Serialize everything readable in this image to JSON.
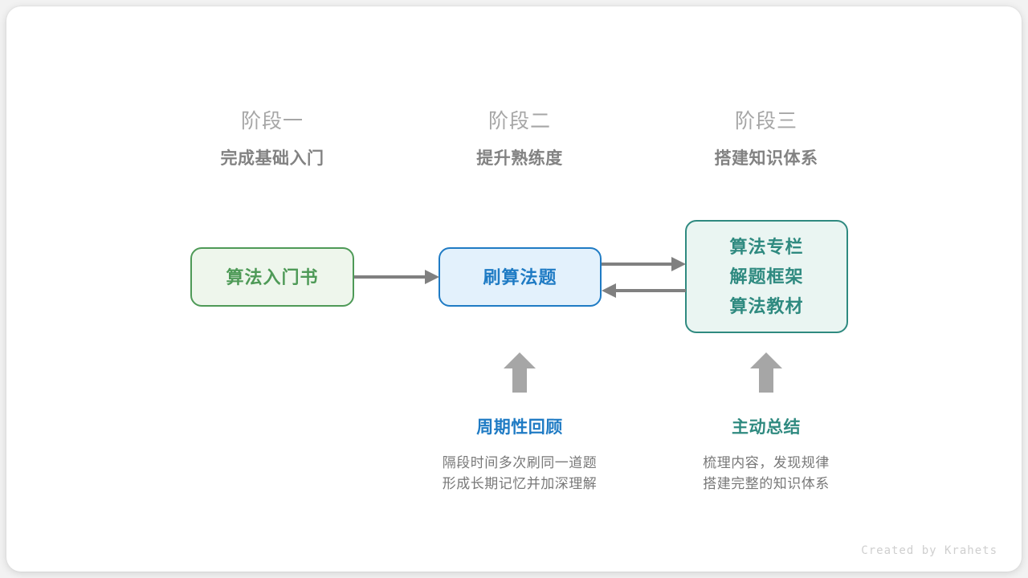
{
  "stages": [
    {
      "number": "阶段一",
      "title": "完成基础入门"
    },
    {
      "number": "阶段二",
      "title": "提升熟练度"
    },
    {
      "number": "阶段三",
      "title": "搭建知识体系"
    }
  ],
  "nodes": {
    "book": {
      "lines": [
        "算法入门书"
      ],
      "color": "#4e9a57",
      "fill": "#eef6ec"
    },
    "practice": {
      "lines": [
        "刷算法题"
      ],
      "color": "#1f7bc4",
      "fill": "#e3f1fc"
    },
    "knowledge": {
      "lines": [
        "算法专栏",
        "解题框架",
        "算法教材"
      ],
      "color": "#2f8a80",
      "fill": "#eaf5f2"
    }
  },
  "notes": [
    {
      "title": "周期性回顾",
      "color": "#1f7bc4",
      "desc_lines": [
        "隔段时间多次刷同一道题",
        "形成长期记忆并加深理解"
      ]
    },
    {
      "title": "主动总结",
      "color": "#2f8a80",
      "desc_lines": [
        "梳理内容，发现规律",
        "搭建完整的知识体系"
      ]
    }
  ],
  "connectors": {
    "arrow_color": "#808080",
    "up_arrow_color": "#a6a6a6"
  },
  "watermark": "Created by Krahets"
}
